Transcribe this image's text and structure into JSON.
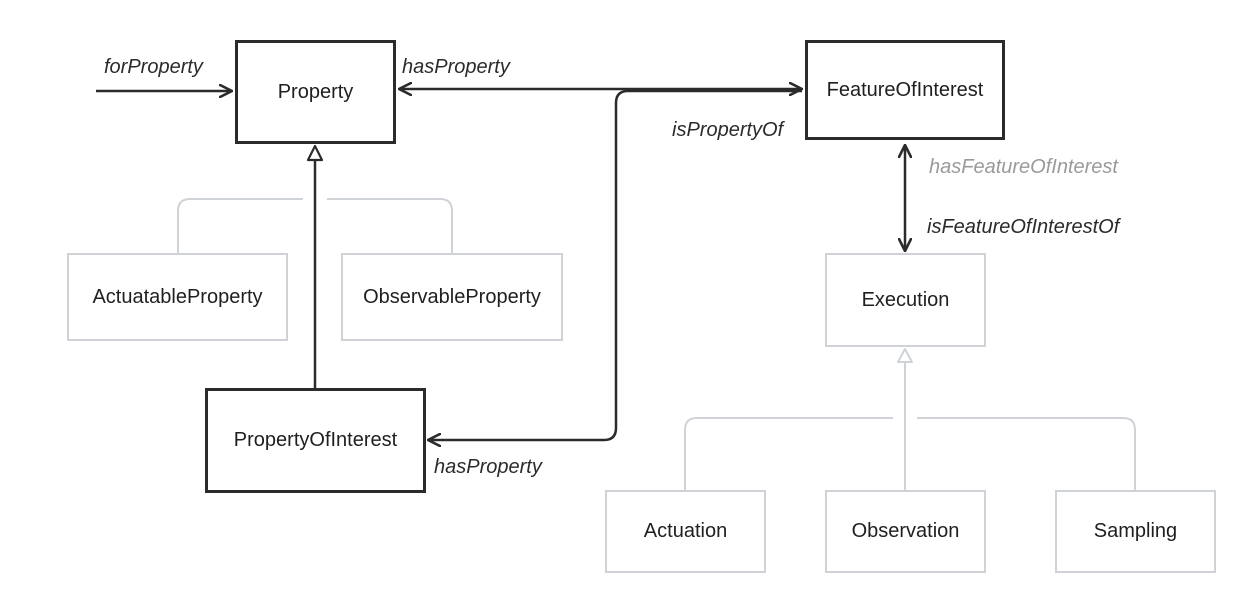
{
  "nodes": {
    "property": "Property",
    "feature_of_interest": "FeatureOfInterest",
    "actuatable_property": "ActuatableProperty",
    "observable_property": "ObservableProperty",
    "property_of_interest": "PropertyOfInterest",
    "execution": "Execution",
    "actuation": "Actuation",
    "observation": "Observation",
    "sampling": "Sampling"
  },
  "edges": {
    "for_property": "forProperty",
    "has_property_top": "hasProperty",
    "is_property_of": "isPropertyOf",
    "has_feature_of_interest": "hasFeatureOfInterest",
    "is_feature_of_interest_of": "isFeatureOfInterestOf",
    "has_property_bottom": "hasProperty"
  },
  "colors": {
    "dark_stroke": "#2b2b2b",
    "light_stroke": "#cfd3d8",
    "muted_text": "#9a9a9a"
  }
}
